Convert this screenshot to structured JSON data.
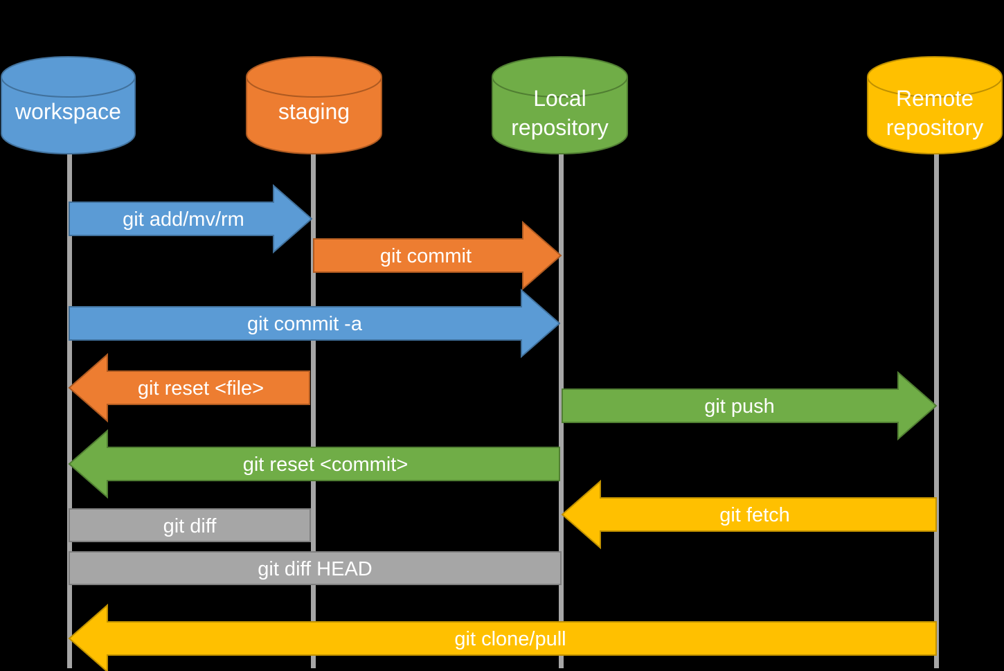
{
  "diagram": {
    "background": "#000000",
    "lifeline_color": "#A6A6A6",
    "text_color": "#FFFFFF",
    "nodes": [
      {
        "label": "workspace",
        "fill": "#5B9BD5",
        "stroke": "#41719C"
      },
      {
        "label": "staging",
        "fill": "#ED7D31",
        "stroke": "#AE5A21"
      },
      {
        "label_line1": "Local",
        "label_line2": "repository",
        "fill": "#70AD47",
        "stroke": "#507E32"
      },
      {
        "label_line1": "Remote",
        "label_line2": "repository",
        "fill": "#FFC000",
        "stroke": "#BF9000"
      }
    ],
    "commands": [
      {
        "label": "git add/mv/rm",
        "from": "workspace",
        "to": "staging",
        "shape": "arrow-right",
        "fill": "#5B9BD5",
        "stroke": "#41719C"
      },
      {
        "label": "git commit",
        "from": "staging",
        "to": "local repository",
        "shape": "arrow-right",
        "fill": "#ED7D31",
        "stroke": "#AE5A21"
      },
      {
        "label": "git commit -a",
        "from": "workspace",
        "to": "local repository",
        "shape": "arrow-right",
        "fill": "#5B9BD5",
        "stroke": "#41719C"
      },
      {
        "label": "git reset <file>",
        "from": "staging",
        "to": "workspace",
        "shape": "arrow-left",
        "fill": "#ED7D31",
        "stroke": "#AE5A21"
      },
      {
        "label": "git push",
        "from": "local repository",
        "to": "remote repository",
        "shape": "arrow-right",
        "fill": "#70AD47",
        "stroke": "#507E32"
      },
      {
        "label": "git reset <commit>",
        "from": "local repository",
        "to": "workspace",
        "shape": "arrow-left",
        "fill": "#70AD47",
        "stroke": "#507E32"
      },
      {
        "label": "git fetch",
        "from": "remote repository",
        "to": "local repository",
        "shape": "arrow-left",
        "fill": "#FFC000",
        "stroke": "#BF9000"
      },
      {
        "label": "git diff",
        "from": "workspace",
        "to": "staging",
        "shape": "bar",
        "fill": "#A6A6A6",
        "stroke": "#7F7F7F"
      },
      {
        "label": "git diff HEAD",
        "from": "workspace",
        "to": "local repository",
        "shape": "bar",
        "fill": "#A6A6A6",
        "stroke": "#7F7F7F"
      },
      {
        "label": "git clone/pull",
        "from": "remote repository",
        "to": "workspace",
        "shape": "arrow-left",
        "fill": "#FFC000",
        "stroke": "#BF9000"
      }
    ]
  }
}
